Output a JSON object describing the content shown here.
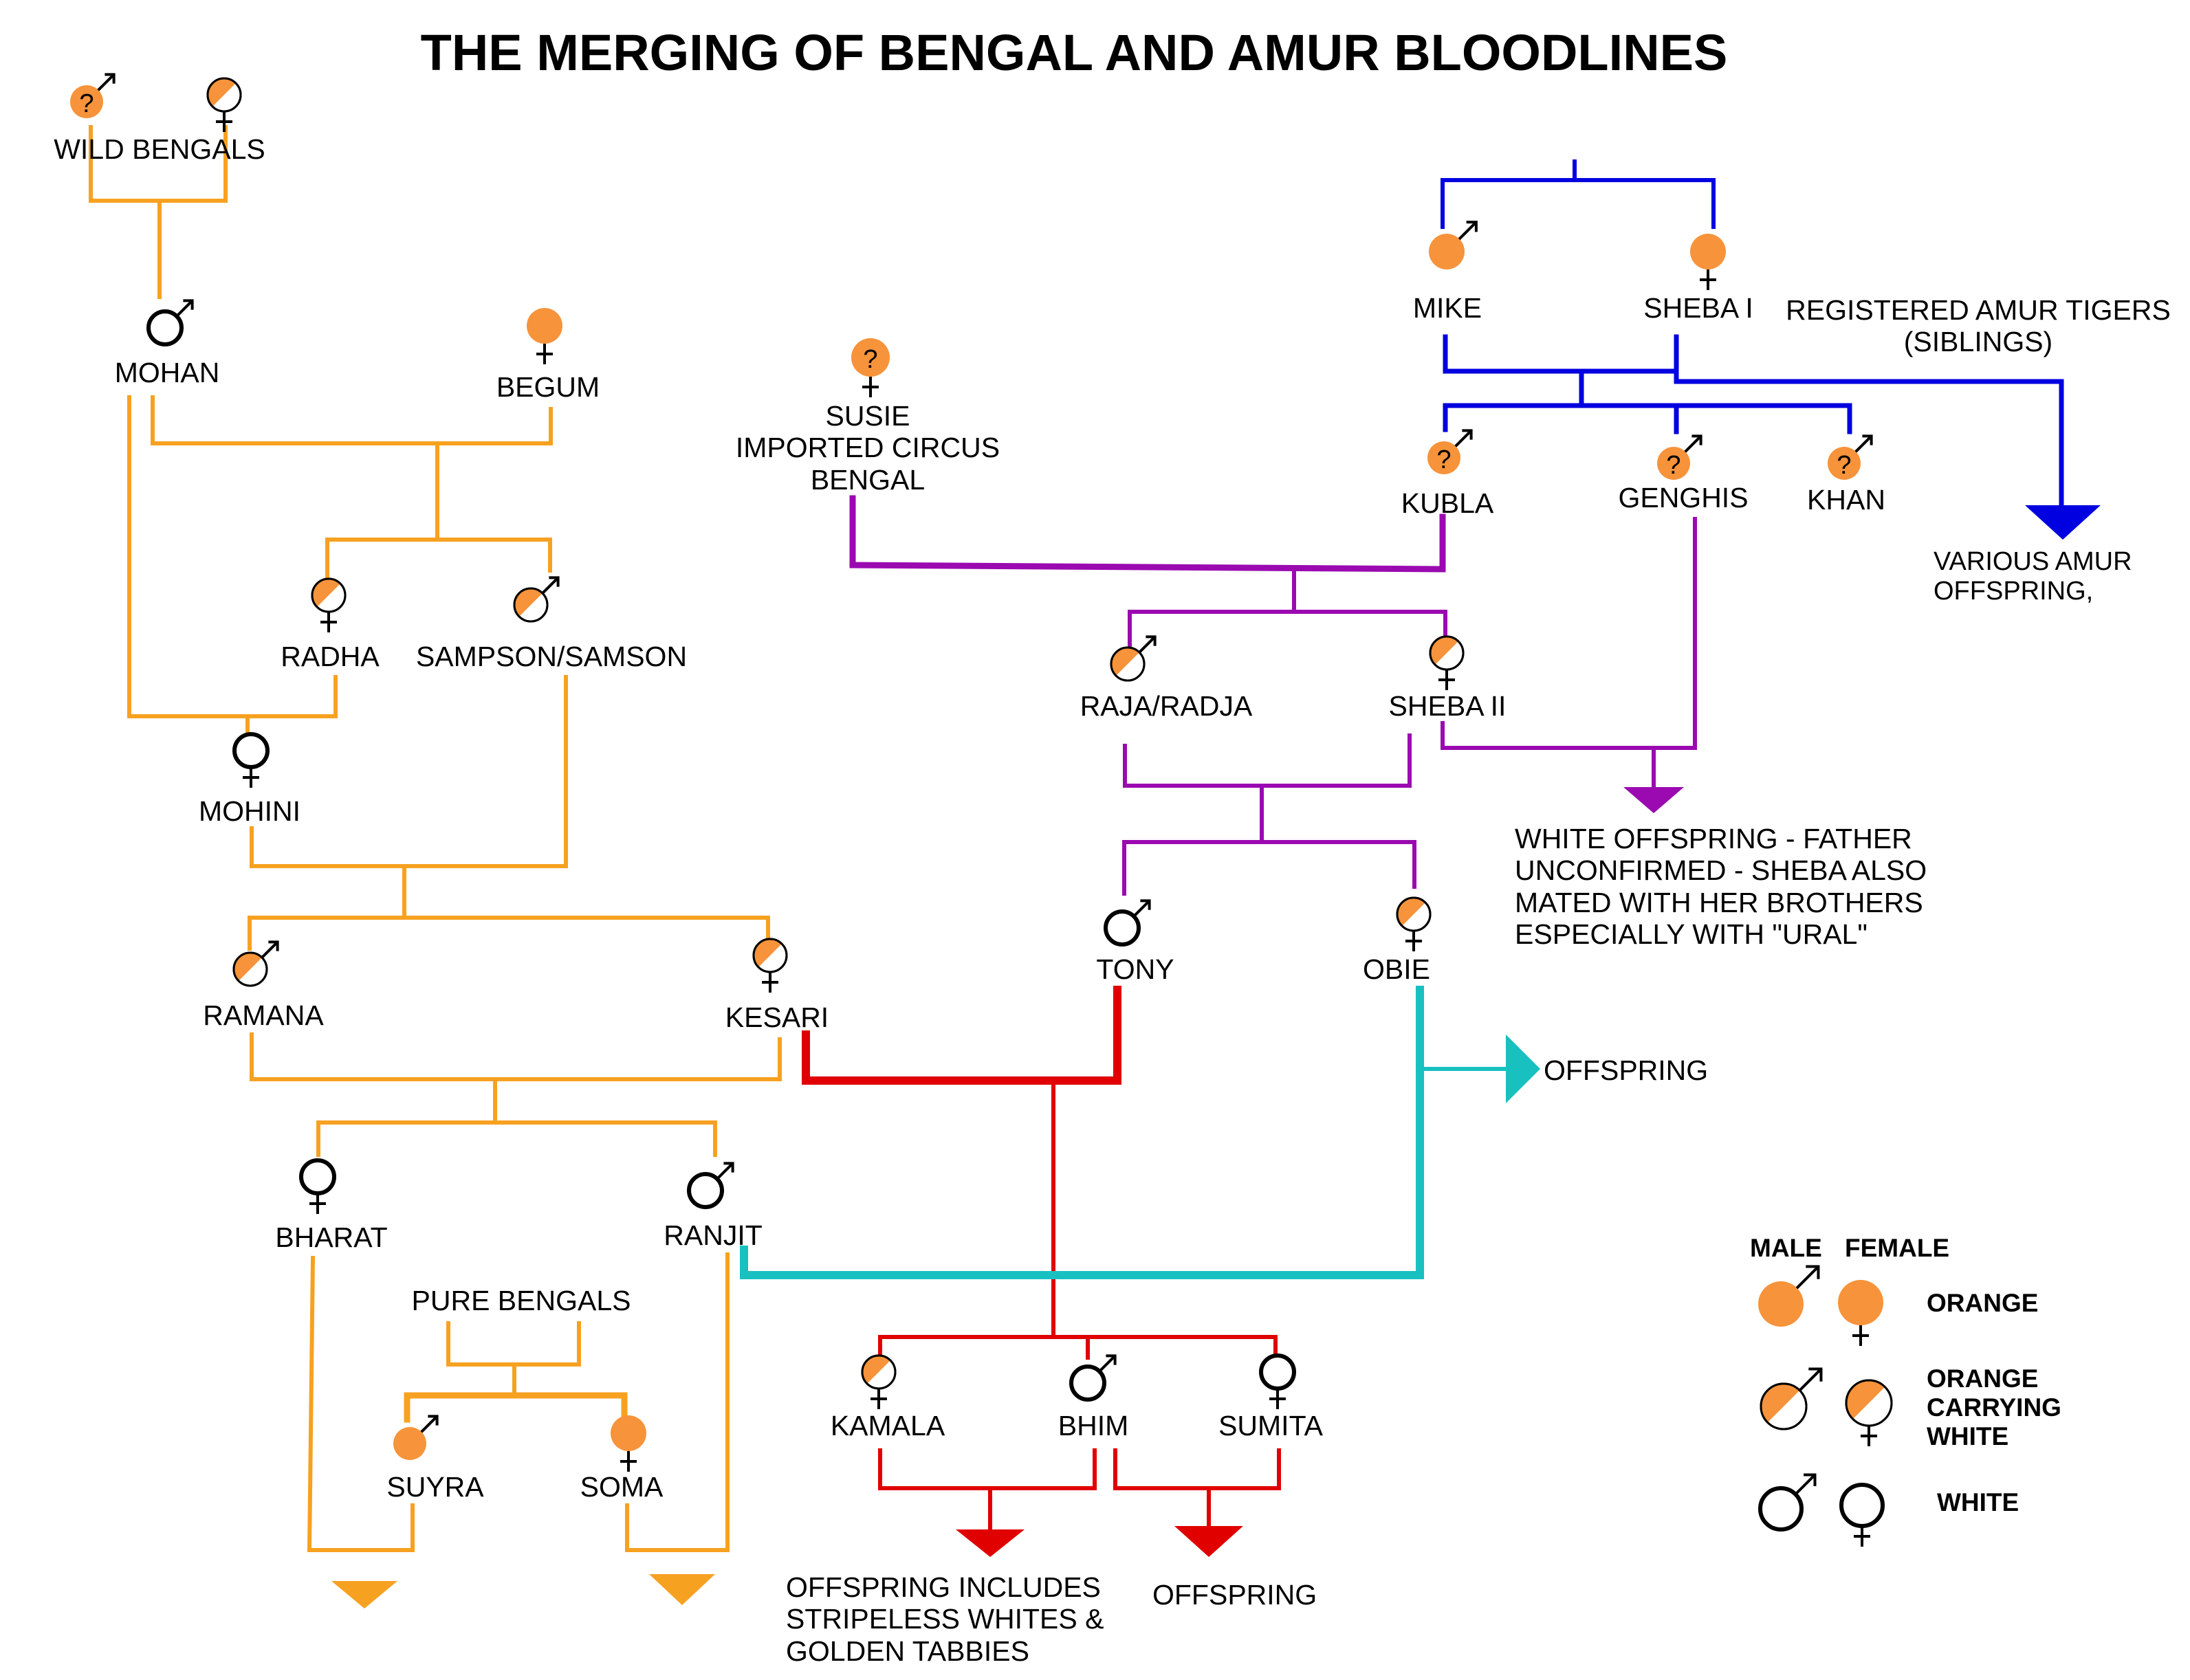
{
  "title": "THE MERGING OF BENGAL AND AMUR BLOODLINES",
  "colors": {
    "orange_line": "#f7a121",
    "orange_fill": "#f7933a",
    "blue_line": "#0000e0",
    "purple_line": "#9a0ab0",
    "red_line": "#e00000",
    "teal_line": "#18c0c0",
    "black": "#000000"
  },
  "nodes": {
    "wild_bengals": "WILD BENGALS",
    "mohan": "MOHAN",
    "begum": "BEGUM",
    "radha": "RADHA",
    "sampson": "SAMPSON/SAMSON",
    "mohini": "MOHINI",
    "ramana": "RAMANA",
    "kesari": "KESARI",
    "bharat": "BHARAT",
    "ranjit": "RANJIT",
    "pure_bengals": "PURE BENGALS",
    "suyra": "SUYRA",
    "soma": "SOMA",
    "susie": "SUSIE\nIMPORTED CIRCUS\nBENGAL",
    "mike": "MIKE",
    "sheba1": "SHEBA I",
    "amur_note": "REGISTERED AMUR TIGERS\n(SIBLINGS)",
    "kubla": "KUBLA",
    "genghis": "GENGHIS",
    "khan": "KHAN",
    "various_amur": "VARIOUS AMUR\nOFFSPRING,",
    "raja": "RAJA/RADJA",
    "sheba2": "SHEBA II",
    "white_offspring": "WHITE OFFSPRING - FATHER\nUNCONFIRMED - SHEBA ALSO\nMATED WITH HER BROTHERS\nESPECIALLY WITH \"URAL\"",
    "tony": "TONY",
    "obie": "OBIE",
    "offspring_teal": "OFFSPRING",
    "kamala": "KAMALA",
    "bhim": "BHIM",
    "sumita": "SUMITA",
    "offspring_stripeless": "OFFSPRING INCLUDES\nSTRIPELESS WHITES &\nGOLDEN TABBIES",
    "offspring_red": "OFFSPRING",
    "unknown_mark": "?"
  },
  "legend": {
    "male": "MALE",
    "female": "FEMALE",
    "orange": "ORANGE",
    "carrying": "ORANGE\nCARRYING\nWHITE",
    "white": "WHITE"
  },
  "legend_icons": {
    "orange": "orange-circle-icon",
    "carrier": "half-orange-half-white-circle-icon",
    "white": "white-circle-icon",
    "male": "male-symbol-icon",
    "female": "female-symbol-icon",
    "unknown": "question-mark-icon",
    "arrow": "down-triangle-arrow-icon"
  }
}
